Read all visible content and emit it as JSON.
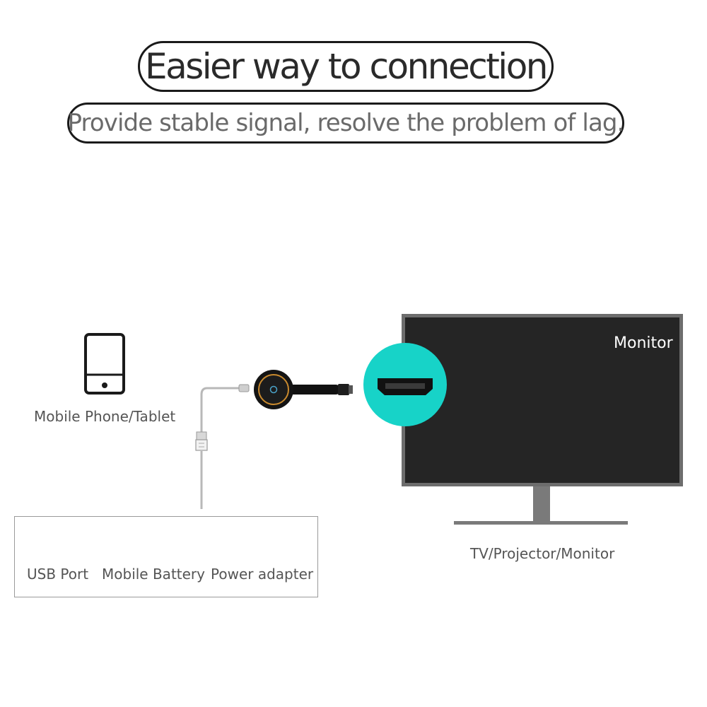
{
  "header": {
    "title": "Easier way to connection",
    "subtitle": "Provide stable signal, resolve the problem of lag."
  },
  "devices": {
    "phone_label": "Mobile Phone/Tablet",
    "display_label": "TV/Projector/Monitor",
    "screen_label": "Monitor"
  },
  "power_sources": [
    {
      "label": "USB Port",
      "icon": "usb-port-icon"
    },
    {
      "label": "Mobile Battery",
      "icon": "power-bank-icon"
    },
    {
      "label": "Power adapter",
      "icon": "power-adapter-icon"
    }
  ],
  "colors": {
    "hdmi_badge": "#17d3c8",
    "screen": "#252525",
    "bezel": "#6d6d6d"
  }
}
